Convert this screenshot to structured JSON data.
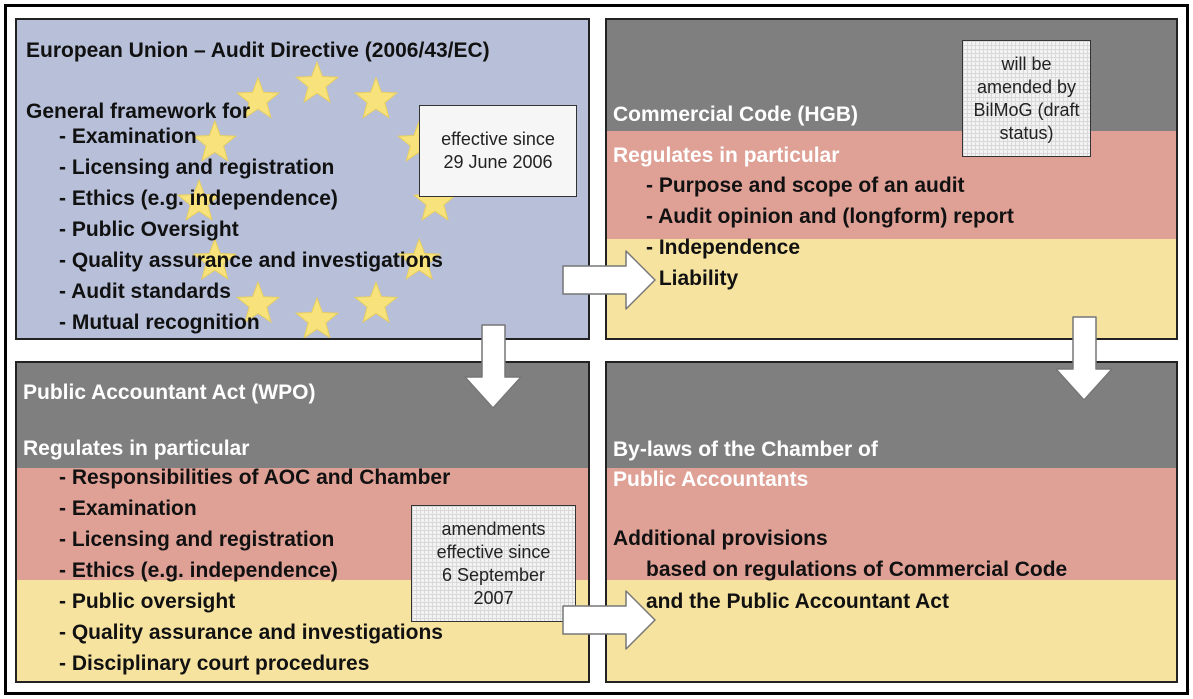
{
  "eu_box": {
    "title": "European Union – Audit Directive (2006/43/EC)",
    "subtitle": "General framework for",
    "items": [
      "Examination",
      "Licensing and registration",
      "Ethics (e.g. independence)",
      "Public Oversight",
      "Quality assurance and investigations",
      "Audit standards",
      "Mutual recognition"
    ],
    "note_lines": [
      "effective since",
      "29 June 2006"
    ]
  },
  "hgb_box": {
    "title": "Commercial Code (HGB)",
    "subtitle": "Regulates in particular",
    "items": [
      "Purpose and scope of an audit",
      "Audit opinion and (longform) report",
      "Independence",
      "Liability"
    ],
    "note_lines": [
      "will be",
      "amended by",
      "BilMoG (draft",
      "status)"
    ]
  },
  "wpo_box": {
    "title": "Public Accountant Act (WPO)",
    "subtitle": "Regulates in particular",
    "items": [
      "Responsibilities of AOC and Chamber",
      "Examination",
      "Licensing and registration",
      "Ethics (e.g. independence)",
      "Public oversight",
      "Quality assurance and investigations",
      "Disciplinary court procedures"
    ],
    "note_lines": [
      "amendments",
      "effective since",
      "6 September",
      "2007"
    ]
  },
  "bylaws_box": {
    "title_line1": "By-laws of the Chamber of",
    "title_line2": "Public Accountants",
    "subtitle": "Additional provisions",
    "detail_line1": "based on regulations of Commercial Code",
    "detail_line2": "and the Public Accountant Act"
  },
  "colors": {
    "eu_blue": "#b6bed8",
    "flag_gray": "#7f7f7f",
    "flag_red": "#dfa096",
    "flag_gold": "#f7e3a0",
    "star_gold": "#f7e07a"
  }
}
